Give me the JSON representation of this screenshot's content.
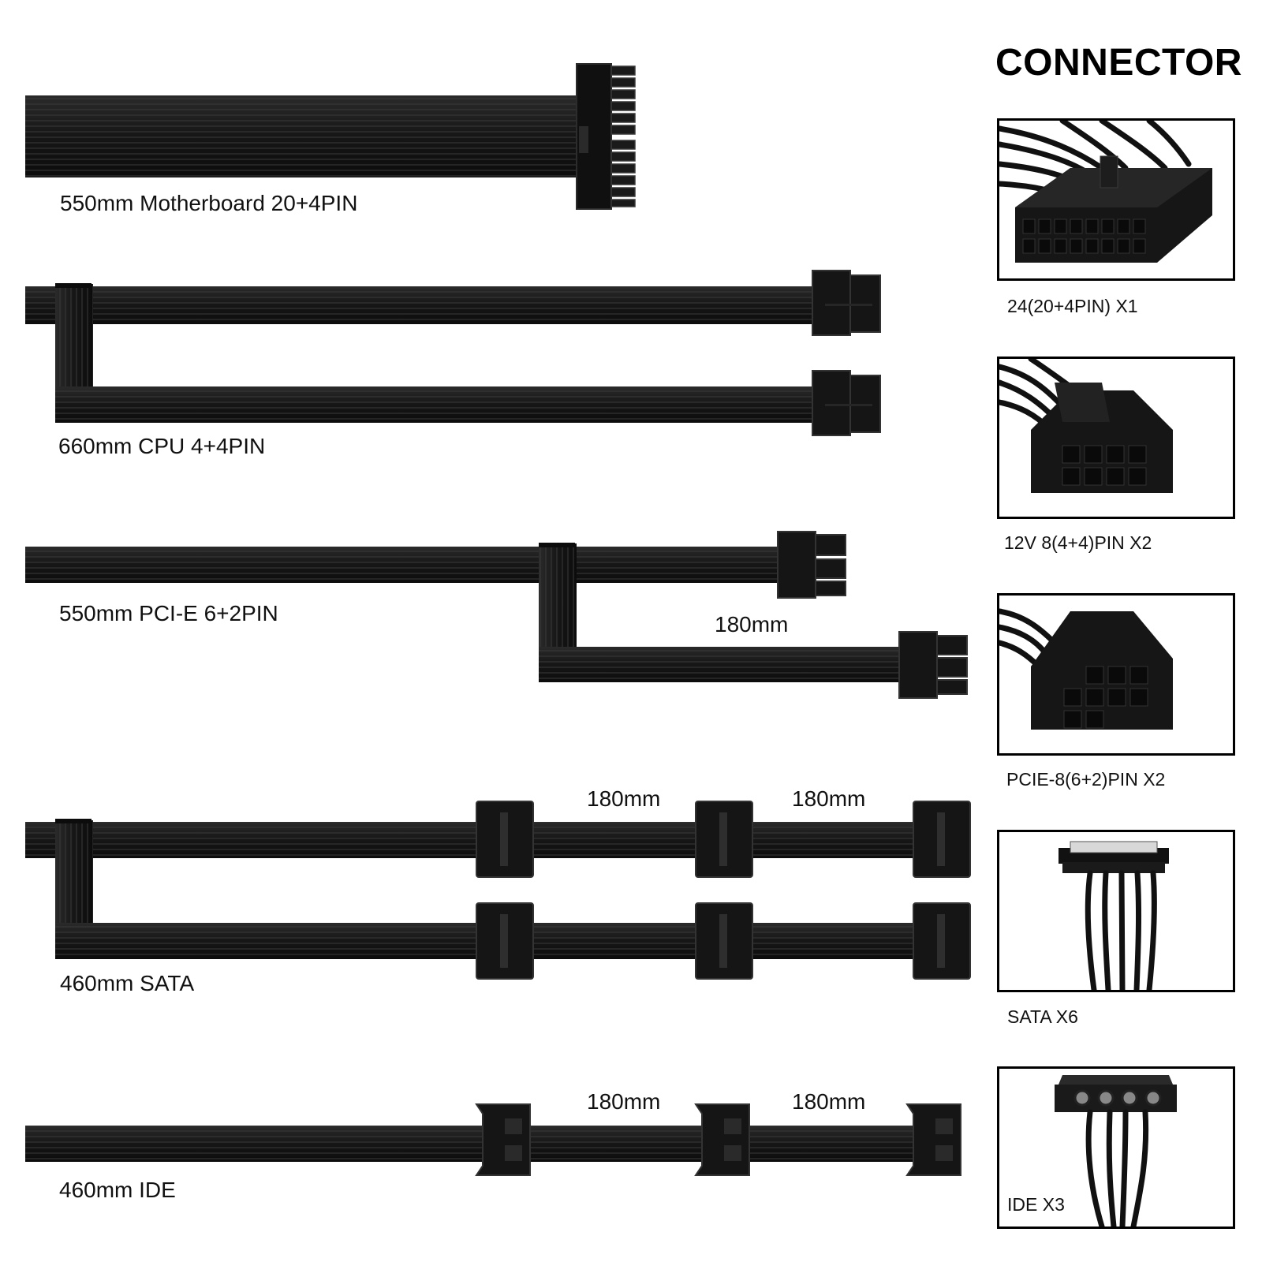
{
  "heading": "CONNECTOR",
  "cables": [
    {
      "label": "550mm Motherboard 20+4PIN"
    },
    {
      "label": "660mm CPU 4+4PIN"
    },
    {
      "label": "550mm PCI-E 6+2PIN",
      "segments": [
        "180mm"
      ]
    },
    {
      "label": "460mm SATA",
      "segments": [
        "180mm",
        "180mm"
      ]
    },
    {
      "label": "460mm IDE",
      "segments": [
        "180mm",
        "180mm"
      ]
    }
  ],
  "connectors": [
    {
      "caption": "24(20+4PIN) X1"
    },
    {
      "caption": "12V 8(4+4)PIN X2"
    },
    {
      "caption": "PCIE-8(6+2)PIN X2"
    },
    {
      "caption": "SATA X6"
    },
    {
      "caption": "IDE X3"
    }
  ],
  "colors": {
    "cable": "#151515",
    "background": "#ffffff"
  }
}
